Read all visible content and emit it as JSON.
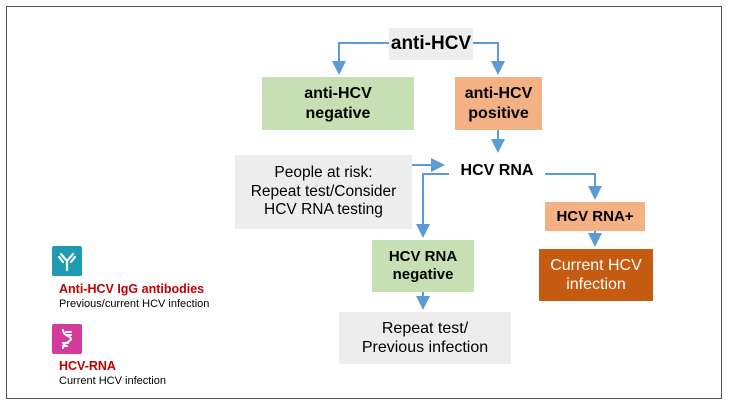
{
  "nodes": {
    "anti_hcv": "anti-HCV",
    "anti_hcv_negative": [
      "anti-HCV",
      "negative"
    ],
    "anti_hcv_positive": [
      "anti-HCV",
      "positive"
    ],
    "people_at_risk": [
      "People at risk:",
      "Repeat test/Consider",
      "HCV RNA testing"
    ],
    "hcv_rna": "HCV RNA",
    "hcv_rna_positive": "HCV RNA+",
    "hcv_rna_negative": [
      "HCV RNA",
      "negative"
    ],
    "current_hcv_infection": [
      "Current HCV",
      "infection"
    ],
    "repeat_test_previous": [
      "Repeat test/",
      "Previous infection"
    ]
  },
  "legend": {
    "antibody": {
      "title": "Anti-HCV IgG antibodies",
      "desc": "Previous/current HCV infection",
      "icon": "antibody-icon"
    },
    "rna": {
      "title": "HCV-RNA",
      "desc": "Current HCV infection",
      "icon": "dna-icon"
    }
  },
  "colors": {
    "negative_fill": "#c6e0b4",
    "positive_fill": "#f4b183",
    "neutral_fill": "#ededed",
    "current_infection_fill": "#c55a11",
    "arrow": "#5b9bd5",
    "legend_antibody_bg": "#1e9bb0",
    "legend_rna_bg": "#d23a9b",
    "legend_title": "#c00000"
  }
}
